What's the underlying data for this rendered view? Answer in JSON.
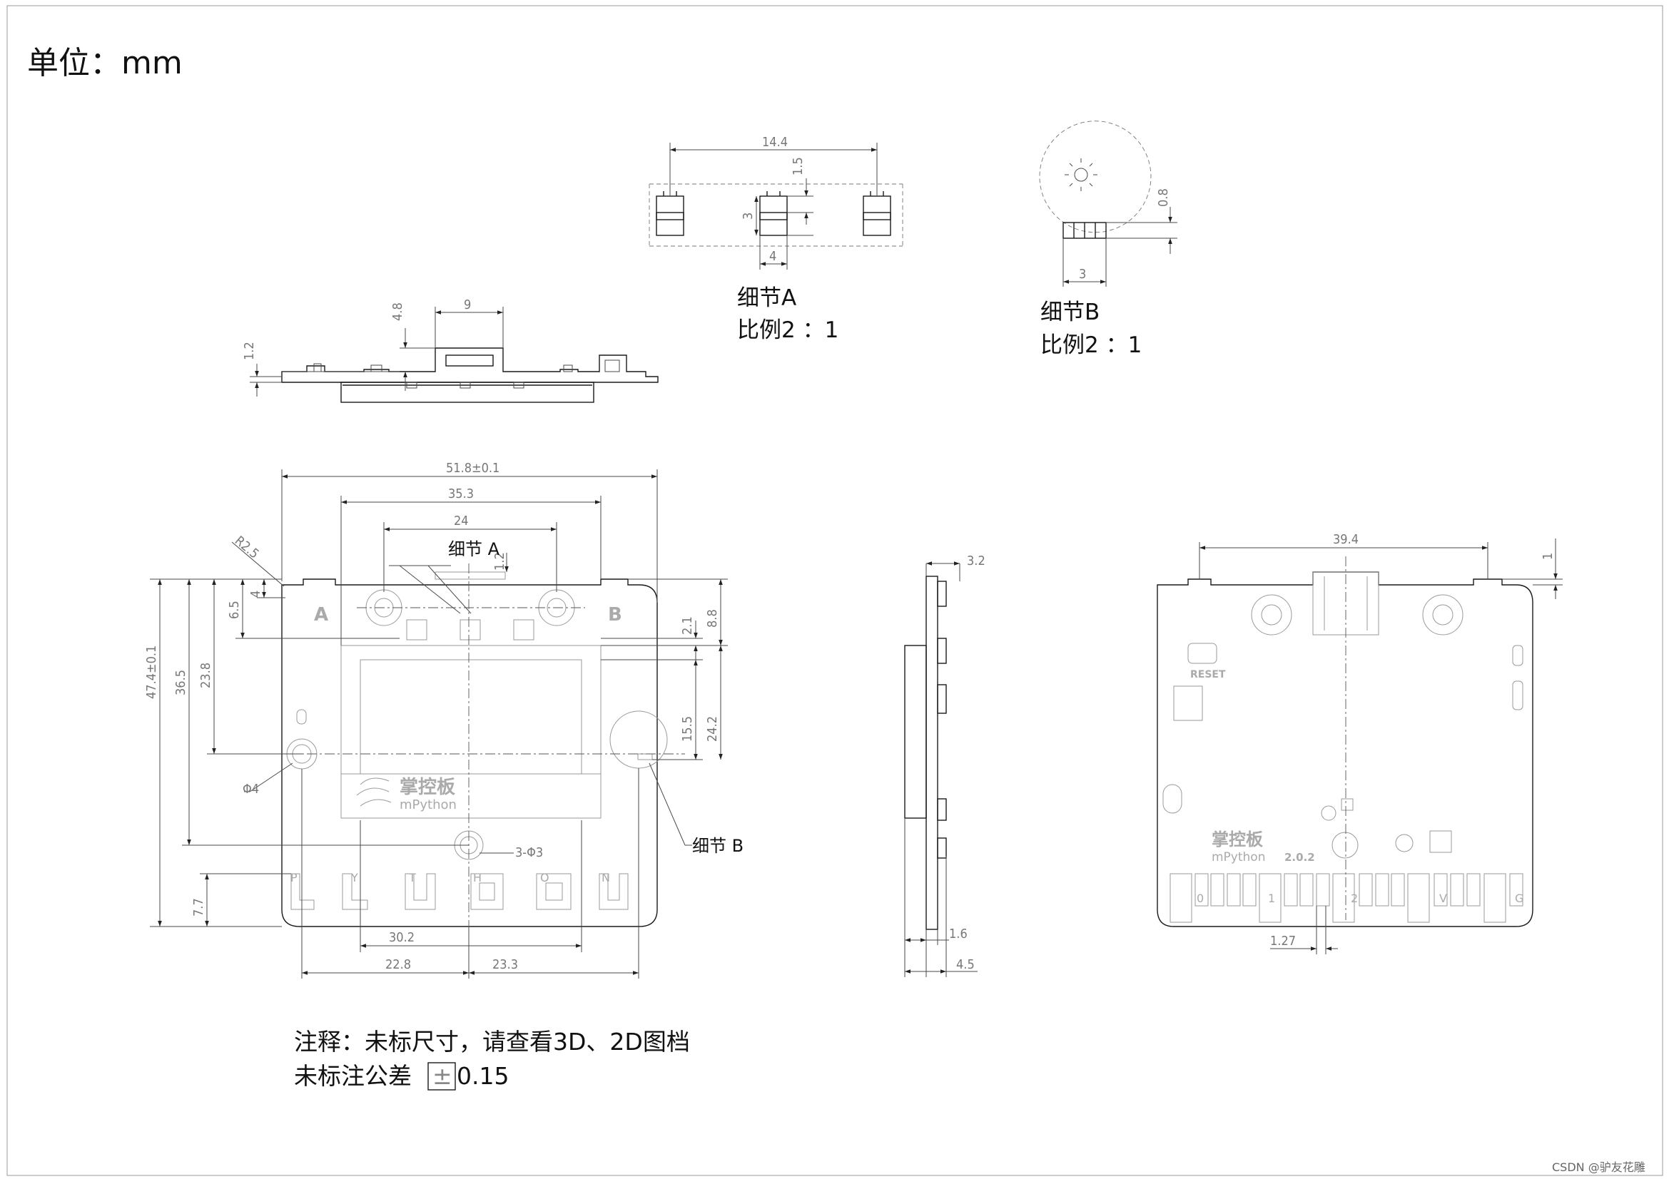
{
  "title": "单位：mm",
  "detail_a": {
    "heading": "细节A",
    "scale": "比例2 ：1"
  },
  "detail_b": {
    "heading": "细节B",
    "scale": "比例2 ：1"
  },
  "callouts": {
    "detail_a": "细节 A",
    "detail_b": "细节 B"
  },
  "notes": {
    "line1": "注释：未标尺寸，请查看3D、2D图档",
    "line2_prefix": "未标注公差",
    "tolerance_symbol": "±",
    "line2_value": "0.15"
  },
  "dimensions": {
    "detail_a": {
      "width": "14.4",
      "h1": "1.5",
      "h2": "3",
      "w2": "4"
    },
    "detail_b": {
      "h": "0.8",
      "w": "3"
    },
    "top_view": {
      "h1": "4.8",
      "w": "9",
      "h2": "1.2"
    },
    "front": {
      "overall_w": "51.8±0.1",
      "w1": "35.3",
      "w2": "24",
      "radius": "R2.5",
      "d1": "4",
      "d2": "6.5",
      "small": "1.2",
      "overall_h": "47.4±0.1",
      "h1": "36.5",
      "h2": "23.8",
      "h3": "7.7",
      "r1": "8.8",
      "r2": "2.1",
      "r3": "15.5",
      "r4": "24.2",
      "hole": "Φ4",
      "holes": "3-Φ3",
      "b1": "30.2",
      "b2": "22.8",
      "b3": "23.3"
    },
    "side": {
      "t1": "3.2",
      "t2": "1.6",
      "t3": "4.5"
    },
    "back": {
      "w": "39.4",
      "h": "1",
      "pitch": "1.27"
    }
  },
  "board": {
    "brand": "掌控板",
    "brand_sub": "mPython",
    "pin_letters": [
      "P",
      "Y",
      "T",
      "H",
      "O",
      "N"
    ],
    "side_labels": [
      "A",
      "B"
    ],
    "back_reset": "RESET",
    "back_pins": [
      "0",
      "1",
      "2",
      "V",
      "G"
    ],
    "back_version": "2.0.2"
  },
  "watermark": "CSDN @驴友花雕"
}
